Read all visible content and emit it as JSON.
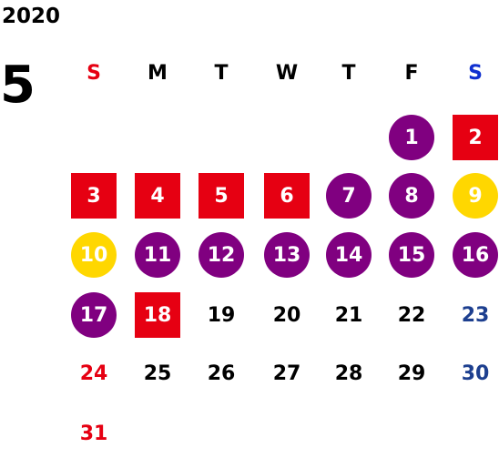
{
  "header": {
    "year": "2020",
    "month": "5"
  },
  "colors": {
    "sunday": "#e60012",
    "saturday": "#1d3f8f",
    "saturday_header": "#1030d0",
    "weekday": "#000000",
    "purple": "#800080",
    "red": "#e60012",
    "yellow": "#ffd700",
    "on_marker": "#ffffff"
  },
  "weekdays": [
    "S",
    "M",
    "T",
    "W",
    "T",
    "F",
    "S"
  ],
  "weeks": [
    [
      null,
      null,
      null,
      null,
      null,
      {
        "day": "1",
        "marker": "purple-circle"
      },
      {
        "day": "2",
        "marker": "red-square"
      }
    ],
    [
      {
        "day": "3",
        "marker": "red-square"
      },
      {
        "day": "4",
        "marker": "red-square"
      },
      {
        "day": "5",
        "marker": "red-square"
      },
      {
        "day": "6",
        "marker": "red-square"
      },
      {
        "day": "7",
        "marker": "purple-circle"
      },
      {
        "day": "8",
        "marker": "purple-circle"
      },
      {
        "day": "9",
        "marker": "yellow-circle"
      }
    ],
    [
      {
        "day": "10",
        "marker": "yellow-circle"
      },
      {
        "day": "11",
        "marker": "purple-circle"
      },
      {
        "day": "12",
        "marker": "purple-circle"
      },
      {
        "day": "13",
        "marker": "purple-circle"
      },
      {
        "day": "14",
        "marker": "purple-circle"
      },
      {
        "day": "15",
        "marker": "purple-circle"
      },
      {
        "day": "16",
        "marker": "purple-circle"
      }
    ],
    [
      {
        "day": "17",
        "marker": "purple-circle"
      },
      {
        "day": "18",
        "marker": "red-square"
      },
      {
        "day": "19",
        "marker": "none"
      },
      {
        "day": "20",
        "marker": "none"
      },
      {
        "day": "21",
        "marker": "none"
      },
      {
        "day": "22",
        "marker": "none"
      },
      {
        "day": "23",
        "marker": "none"
      }
    ],
    [
      {
        "day": "24",
        "marker": "none"
      },
      {
        "day": "25",
        "marker": "none"
      },
      {
        "day": "26",
        "marker": "none"
      },
      {
        "day": "27",
        "marker": "none"
      },
      {
        "day": "28",
        "marker": "none"
      },
      {
        "day": "29",
        "marker": "none"
      },
      {
        "day": "30",
        "marker": "none"
      }
    ],
    [
      {
        "day": "31",
        "marker": "none"
      },
      null,
      null,
      null,
      null,
      null,
      null
    ]
  ]
}
